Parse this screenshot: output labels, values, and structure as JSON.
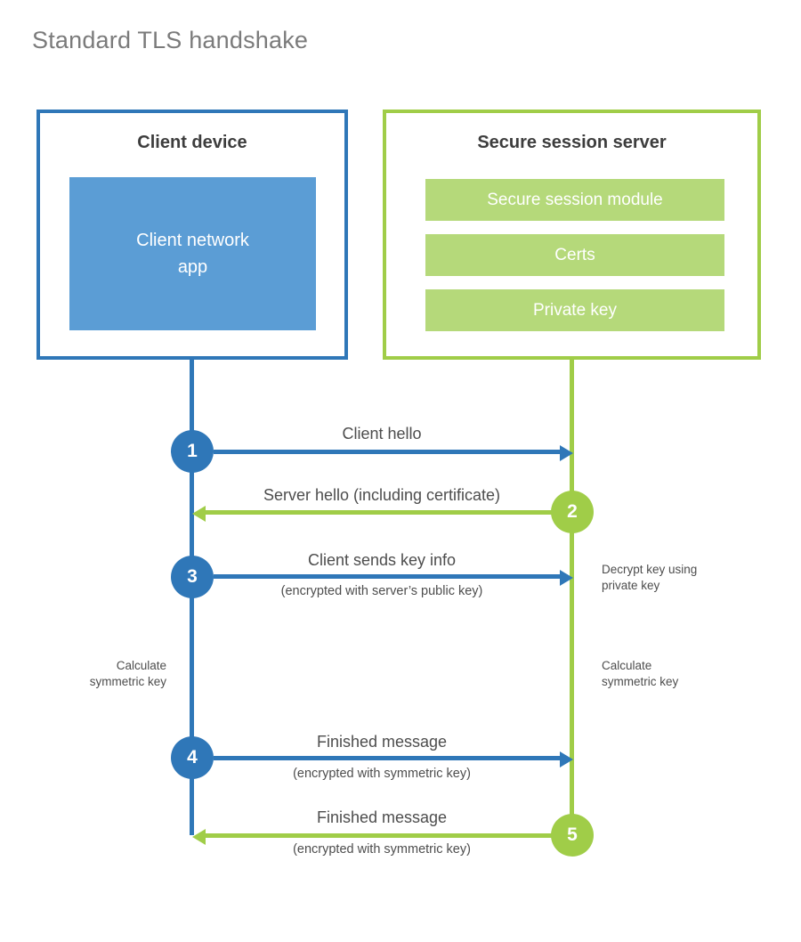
{
  "title": "Standard TLS handshake",
  "colors": {
    "blue": "#2f77b8",
    "blue_fill": "#5b9dd5",
    "green": "#a0cd48",
    "green_fill": "#b5d97a",
    "text_dark": "#3d3d3d",
    "text_gray": "#4d4d4d",
    "title_gray": "#7b7b7b"
  },
  "client": {
    "title": "Client device",
    "app_label": "Client network\napp"
  },
  "server": {
    "title": "Secure session server",
    "modules": [
      "Secure session module",
      "Certs",
      "Private key"
    ]
  },
  "steps": [
    {
      "number": "1",
      "label": "Client hello",
      "sublabel": "",
      "direction": "right"
    },
    {
      "number": "2",
      "label": "Server hello (including certificate)",
      "sublabel": "",
      "direction": "left"
    },
    {
      "number": "3",
      "label": "Client sends key info",
      "sublabel": "(encrypted with server’s public key)",
      "direction": "right"
    },
    {
      "number": "4",
      "label": "Finished message",
      "sublabel": "(encrypted with symmetric key)",
      "direction": "right"
    },
    {
      "number": "5",
      "label": "Finished message",
      "sublabel": "(encrypted with symmetric key)",
      "direction": "left"
    }
  ],
  "annotations": {
    "decrypt_note": "Decrypt key using\nprivate key",
    "calc_left": "Calculate\nsymmetric key",
    "calc_right": "Calculate\nsymmetric key"
  }
}
